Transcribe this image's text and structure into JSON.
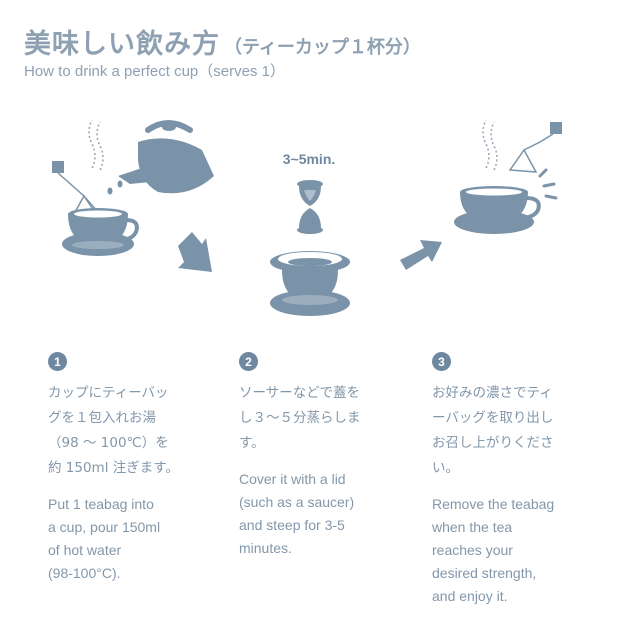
{
  "header": {
    "title": "美味しい飲み方",
    "title_note": "（ティーカップ１杯分）",
    "subtitle": "How to drink a perfect cup（serves 1）"
  },
  "timer_label": "3~5min.",
  "colors": {
    "primary": "#7a93a9",
    "text": "#8397aa",
    "badge": "#6f889f"
  },
  "icons": [
    "kettle-icon",
    "teabag-icon",
    "teacup-icon",
    "hourglass-icon",
    "arrow-icon",
    "saucer-lid-icon"
  ],
  "steps": [
    {
      "number": "1",
      "jp": "カップにティーバッ\nグを１包入れお湯\n（98 ～ 100℃）を\n約 150ml 注ぎます。",
      "en": "Put 1 teabag into\na cup, pour 150ml\nof hot water\n(98-100°C)."
    },
    {
      "number": "2",
      "jp": "ソーサーなどで蓋を\nし３～５分蒸らしま\nす。",
      "en": "Cover it with a lid\n(such as a saucer)\nand steep for 3-5\nminutes."
    },
    {
      "number": "3",
      "jp": "お好みの濃さでティ\nーバッグを取り出し\nお召し上がりくださ\nい。",
      "en": "Remove the teabag\nwhen the tea\nreaches your\ndesired strength,\nand enjoy it."
    }
  ]
}
